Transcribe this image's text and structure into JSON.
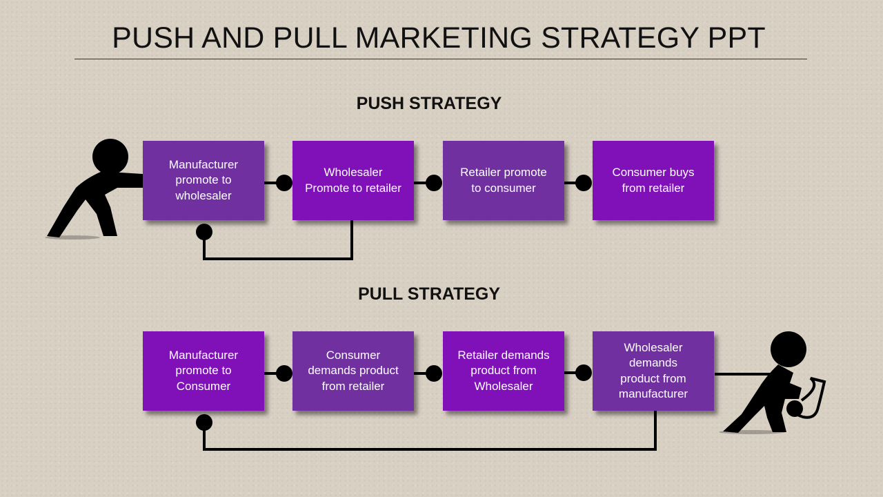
{
  "title": "PUSH AND PULL MARKETING STRATEGY PPT",
  "push": {
    "heading": "PUSH STRATEGY",
    "steps": [
      "Manufacturer\npromote to\nwholesaler",
      "Wholesaler\nPromote to retailer",
      "Retailer promote\nto consumer",
      "Consumer buys\nfrom retailer"
    ]
  },
  "pull": {
    "heading": "PULL STRATEGY",
    "steps": [
      "Manufacturer\npromote to\nConsumer",
      "Consumer\ndemands product\nfrom retailer",
      "Retailer demands\nproduct from\nWholesaler",
      "Wholesaler\ndemands\nproduct from\nmanufacturer"
    ]
  },
  "colors": {
    "box_light": "#7030a0",
    "box_dark": "#8010b8",
    "line": "#000000",
    "figure": "#000000"
  },
  "icons": {
    "pushing_figure": "person-pushing-icon",
    "pulling_figure": "person-pulling-icon"
  }
}
